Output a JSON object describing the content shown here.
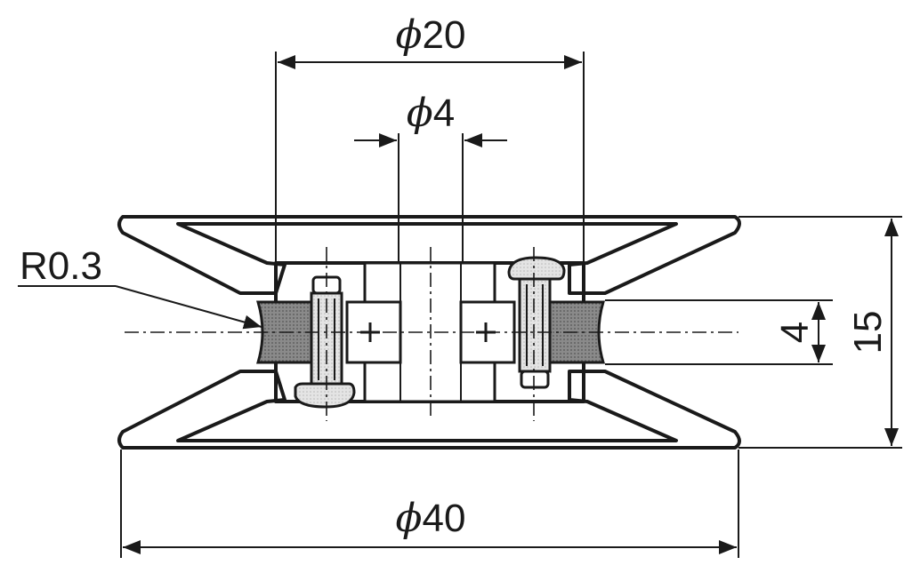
{
  "dimensions": {
    "outer_diameter": {
      "symbol": "ϕ",
      "value": "40"
    },
    "inner_diameter": {
      "symbol": "ϕ",
      "value": "20"
    },
    "bore_diameter": {
      "symbol": "ϕ",
      "value": "4"
    },
    "width": "15",
    "groove_width": "4",
    "radius": "R0.3"
  },
  "colors": {
    "line": "#1a1a1a",
    "light_fill": "#dcdcdc",
    "dark_fill": "#7a7a7a",
    "paper": "#ffffff"
  }
}
